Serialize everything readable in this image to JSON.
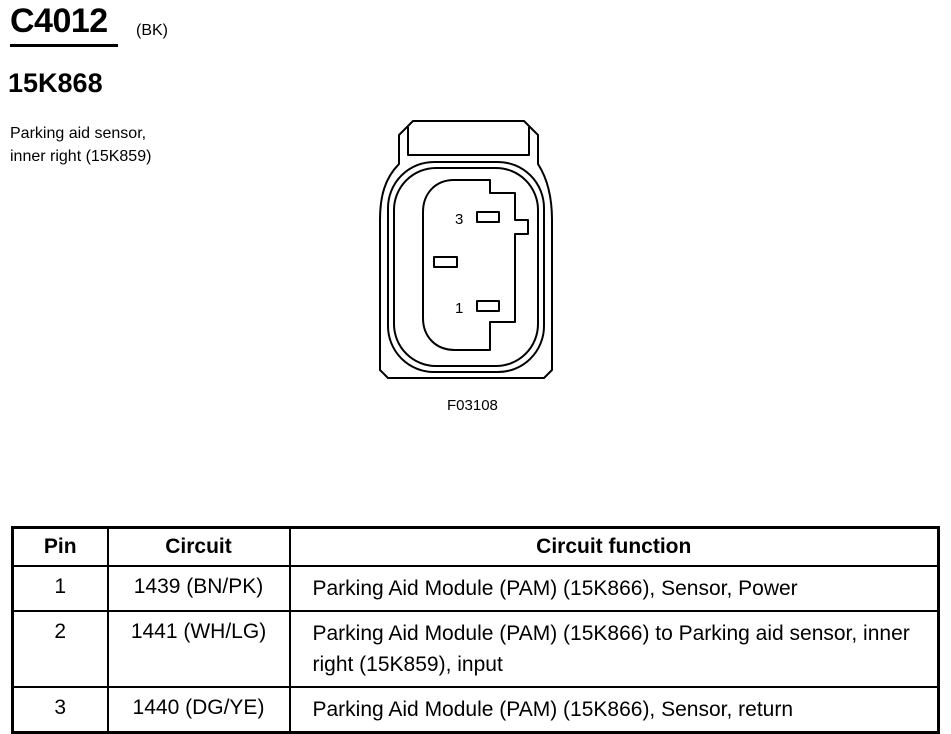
{
  "header": {
    "connector_id": "C4012",
    "connector_color": "(BK)",
    "part_number": "15K868",
    "description_lines": [
      "Parking aid sensor,",
      "inner right (15K859)"
    ]
  },
  "connector_view": {
    "pin_labels": [
      "3",
      "1"
    ],
    "figure_code": "F03108"
  },
  "pin_table": {
    "headers": {
      "pin": "Pin",
      "circuit": "Circuit",
      "function": "Circuit function"
    },
    "rows": [
      {
        "pin": "1",
        "circuit": "1439 (BN/PK)",
        "function": "Parking Aid Module (PAM) (15K866), Sensor, Power"
      },
      {
        "pin": "2",
        "circuit": "1441 (WH/LG)",
        "function": "Parking Aid Module (PAM) (15K866) to Parking aid sensor, inner right (15K859), input"
      },
      {
        "pin": "3",
        "circuit": "1440 (DG/YE)",
        "function": "Parking Aid Module (PAM) (15K866), Sensor, return"
      }
    ]
  }
}
